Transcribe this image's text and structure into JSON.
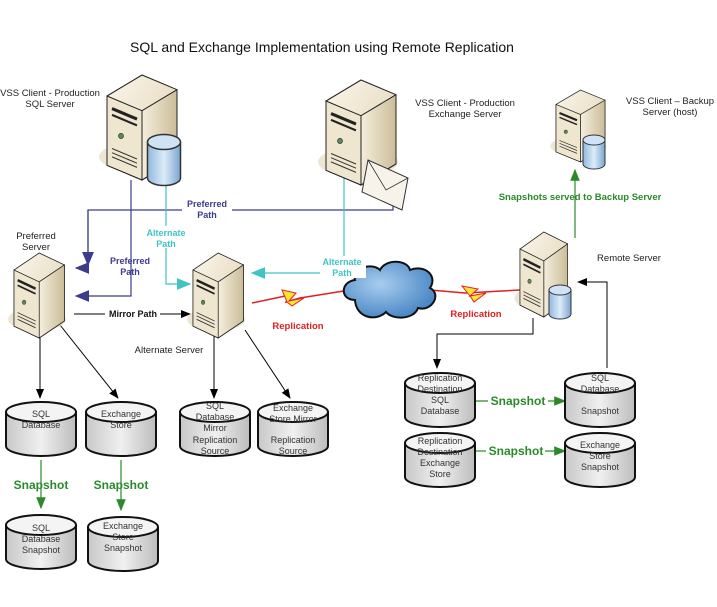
{
  "title": "SQL and Exchange Implementation using Remote Replication",
  "servers": {
    "prod_sql": {
      "label_lines": [
        "VSS Client - Production",
        "SQL Server"
      ]
    },
    "prod_exchange": {
      "label_lines": [
        "VSS Client - Production",
        "Exchange Server"
      ]
    },
    "backup": {
      "label_lines": [
        "VSS Client – Backup",
        "Server (host)"
      ]
    },
    "preferred": {
      "label_lines": [
        "Preferred",
        "Server"
      ]
    },
    "alternate": {
      "label_lines": [
        "Alternate Server"
      ]
    },
    "remote": {
      "label_lines": [
        "Remote Server"
      ]
    }
  },
  "paths": {
    "preferred_top": [
      "Preferred",
      "Path"
    ],
    "preferred_left": [
      "Preferred",
      "Path"
    ],
    "alternate_left": [
      "Alternate",
      "Path"
    ],
    "alternate_right": [
      "Alternate",
      "Path"
    ],
    "mirror": "Mirror Path",
    "replication_left": "Replication",
    "replication_right": "Replication",
    "snapshots_served": "Snapshots served to Backup Server"
  },
  "databases": {
    "sql_db": [
      "SQL",
      "Database"
    ],
    "exchange_store": [
      "Exchange",
      "Store"
    ],
    "sql_mirror": [
      "SQL",
      "Database",
      "Mirror",
      "Replication",
      "Source"
    ],
    "exchange_mirror": [
      "Exchange",
      "Store Mirror",
      "Replication",
      "Source"
    ],
    "sql_db_snapshot": [
      "SQL",
      "Database",
      "Snapshot"
    ],
    "exchange_store_snapshot": [
      "Exchange",
      "Store",
      "Snapshot"
    ],
    "rep_dest_sql": [
      "Replication",
      "Destination",
      "SQL",
      "Database"
    ],
    "rep_dest_exchange": [
      "Replication",
      "Destination",
      "Exchange",
      "Store"
    ],
    "remote_sql_snapshot": [
      "SQL",
      "Database",
      "Snapshot"
    ],
    "remote_exchange_snapshot": [
      "Exchange",
      "Store",
      "Snapshot"
    ]
  },
  "snapshot_labels": {
    "left_sql": "Snapshot",
    "left_exchange": "Snapshot",
    "remote_sql": "Snapshot",
    "remote_exchange": "Snapshot"
  },
  "colors": {
    "preferred_path": "#3b3b8f",
    "alternate_path": "#3fc4c4",
    "replication": "#e02020",
    "snapshot": "#2a8a2a",
    "server_body": "#e8dcc0"
  }
}
